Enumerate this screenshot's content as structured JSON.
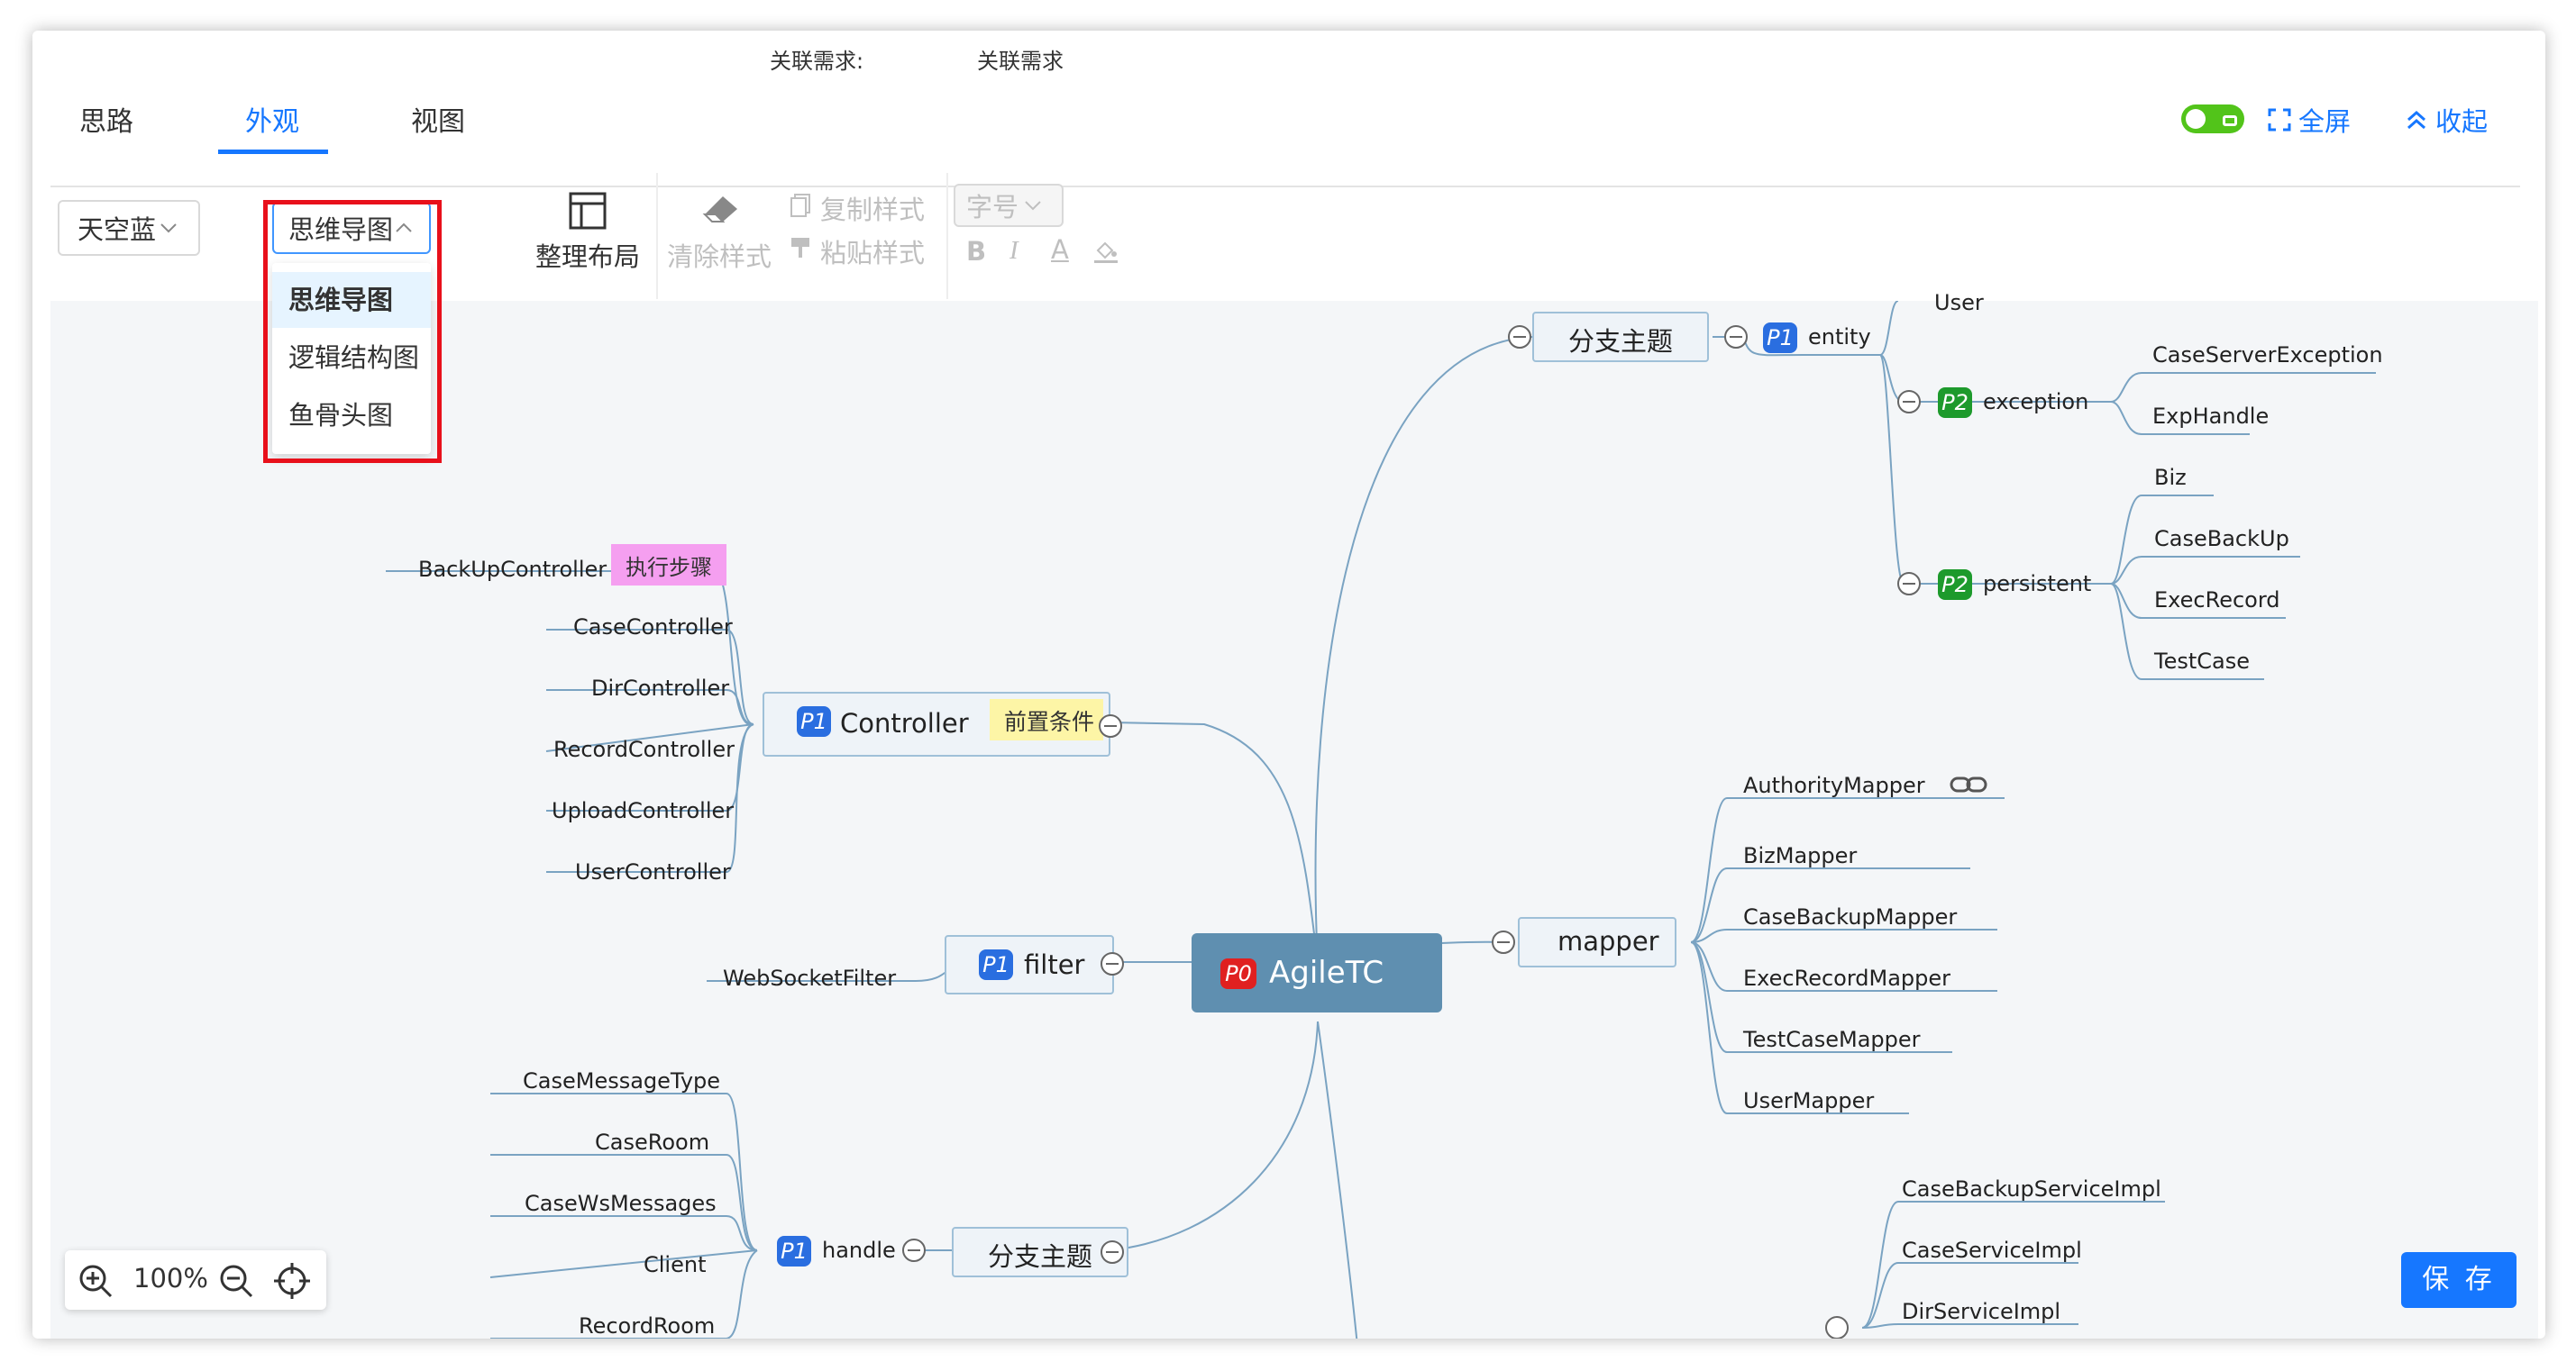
{
  "header": {
    "label": "关联需求:",
    "value": "关联需求"
  },
  "tabs": [
    {
      "label": "思路"
    },
    {
      "label": "外观"
    },
    {
      "label": "视图"
    }
  ],
  "active_tab": "外观",
  "top_right": {
    "fullscreen_label": "全屏",
    "collapse_label": "收起"
  },
  "toolbar": {
    "theme_select": "天空蓝",
    "layout_select": "思维导图",
    "arrange_label": "整理布局",
    "clear_style": "清除样式",
    "copy_style": "复制样式",
    "paste_style": "粘贴样式",
    "font_size": "字号",
    "bold": "B",
    "italic": "I",
    "font_color": "A"
  },
  "layout_dropdown": {
    "options": [
      "思维导图",
      "逻辑结构图",
      "鱼骨头图"
    ],
    "selected": "思维导图"
  },
  "mindmap": {
    "root": {
      "priority": "P0",
      "label": "AgileTC"
    },
    "controller": {
      "priority": "P1",
      "label": "Controller",
      "tag": "前置条件",
      "children": [
        "BackUpController",
        "CaseController",
        "DirController",
        "RecordController",
        "UploadController",
        "UserController"
      ],
      "first_child_tag": "执行步骤"
    },
    "filter": {
      "priority": "P1",
      "label": "filter",
      "children": [
        "WebSocketFilter"
      ]
    },
    "branch_bottom": {
      "label": "分支主题",
      "sub": {
        "priority": "P1",
        "label": "handle",
        "children": [
          "CaseMessageType",
          "CaseRoom",
          "CaseWsMessages",
          "Client",
          "RecordRoom"
        ]
      }
    },
    "branch_top": {
      "label": "分支主题",
      "entity": {
        "priority": "P1",
        "label": "entity"
      },
      "exception": {
        "priority": "P2",
        "label": "exception",
        "children": [
          "CaseServerException",
          "ExpHandle"
        ]
      },
      "persistent": {
        "priority": "P2",
        "label": "persistent",
        "children": [
          "Biz",
          "CaseBackUp",
          "ExecRecord",
          "TestCase"
        ]
      }
    },
    "mapper": {
      "label": "mapper",
      "children": [
        "AuthorityMapper",
        "BizMapper",
        "CaseBackupMapper",
        "ExecRecordMapper",
        "TestCaseMapper",
        "UserMapper"
      ]
    },
    "service_children": [
      "CaseBackupServiceImpl",
      "CaseServiceImpl",
      "DirServiceImpl"
    ],
    "partial_top_child": "User"
  },
  "zoom": {
    "level": "100%"
  },
  "save_label": "保 存",
  "colors": {
    "accent": "#1677ff",
    "root": "#5f8fb0",
    "p1": "#2a6ee0",
    "p2": "#1d9a2c",
    "p0": "#e02020",
    "highlight_red": "#e8101b"
  }
}
